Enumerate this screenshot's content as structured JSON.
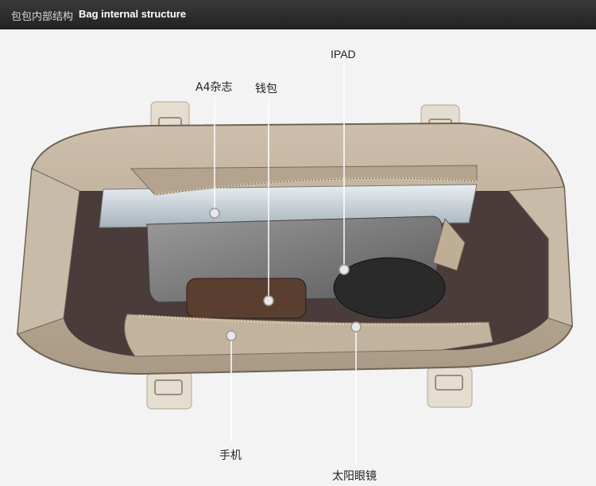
{
  "header": {
    "title_cn": "包包内部结构",
    "title_en": "Bag internal structure"
  },
  "callouts": {
    "ipad": "IPAD",
    "a4_magazine": "A4杂志",
    "wallet": "钱包",
    "phone": "手机",
    "sunglasses": "太阳眼镜"
  },
  "colors": {
    "header_bg": "#2b2b2b",
    "bag_leather": "#b9ab97",
    "bag_lining": "#4a3c3a",
    "background": "#f3f3f3"
  }
}
